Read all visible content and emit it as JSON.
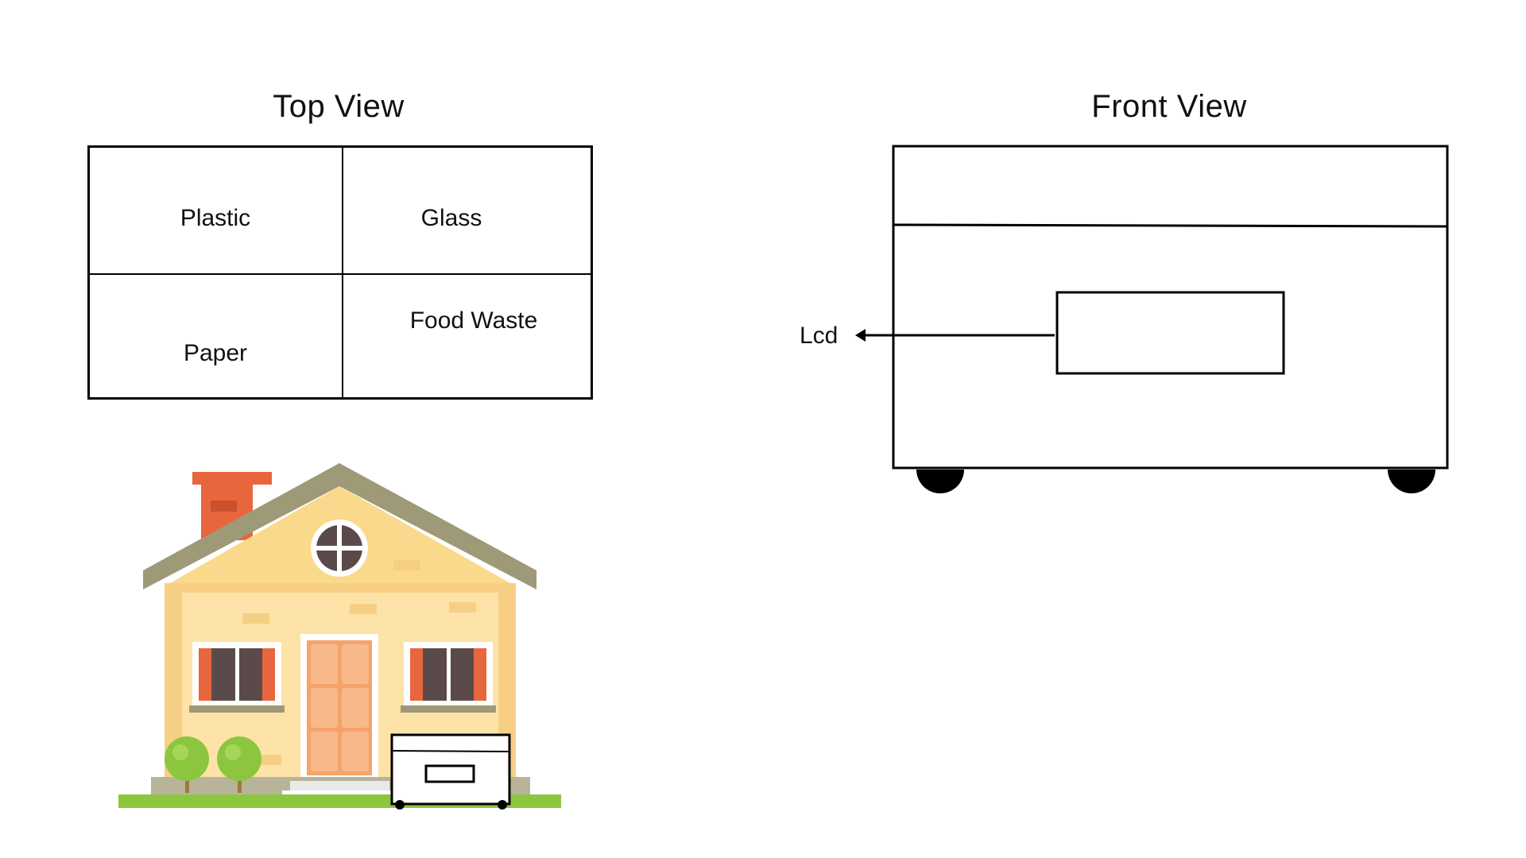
{
  "top_view": {
    "title": "Top View",
    "compartments": {
      "plastic": "Plastic",
      "glass": "Glass",
      "paper": "Paper",
      "food_waste": "Food Waste"
    }
  },
  "front_view": {
    "title": "Front View",
    "lcd_label": "Lcd"
  },
  "colors": {
    "outline": "#000000",
    "house_wall": "#fde3a7",
    "house_roof": "#9e9a78",
    "chimney": "#e8663d",
    "door": "#f6a26b",
    "window_glass": "#5b4a4a",
    "curtain": "#e8663d",
    "tree": "#8cc63f",
    "grass": "#8cc63f"
  },
  "icons": [
    "house-illustration",
    "trash-bin-icon"
  ]
}
